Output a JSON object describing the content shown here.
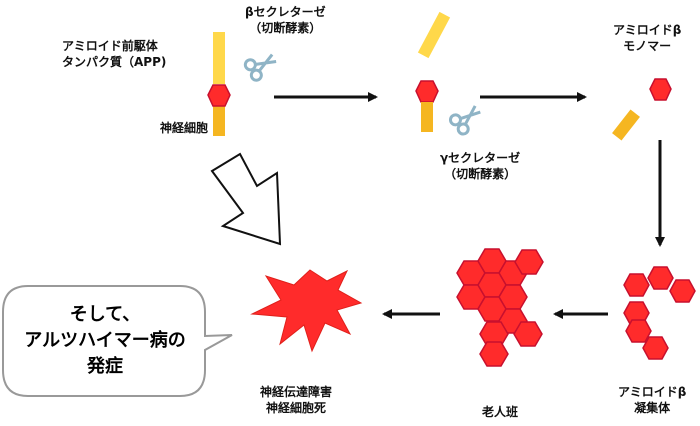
{
  "labels": {
    "app": "アミロイド前駆体\nタンパク質（APP)",
    "neuron": "神経細胞",
    "beta_secretase": "βセクレターゼ\n（切断酵素）",
    "gamma_secretase": "γセクレターゼ\n（切断酵素）",
    "monomer": "アミロイドβ\nモノマー",
    "aggregate": "アミロイドβ\n凝集体",
    "plaque": "老人班",
    "damage": "神経伝達障害\n神経細胞死",
    "bubble": "そして、\nアルツハイマー病の\n発症"
  },
  "colors": {
    "red": "#ff2b2b",
    "dark_red": "#c8102e",
    "yellow": "#ffd84a",
    "orange": "#f5b621",
    "arrow": "#111111",
    "scissors": "#8fb4c6"
  }
}
